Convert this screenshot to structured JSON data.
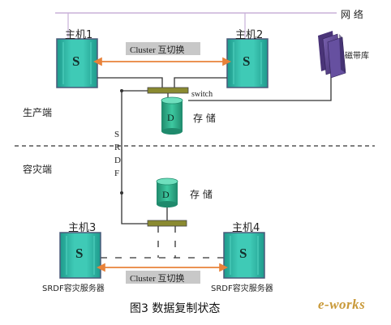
{
  "network_label": "网 络",
  "hosts": {
    "h1": {
      "title": "主机1",
      "letter": "S"
    },
    "h2": {
      "title": "主机2",
      "letter": "S"
    },
    "h3": {
      "title": "主机3",
      "letter": "S"
    },
    "h4": {
      "title": "主机4",
      "letter": "S"
    }
  },
  "cluster_top": "Cluster 互切换",
  "cluster_bottom": "Cluster 互切换",
  "switch_label": "switch",
  "tape_label": "磁带库",
  "production_label": "生产端",
  "dr_label": "容灾端",
  "srdf_label": [
    "S",
    "R",
    "D",
    "F"
  ],
  "storage_top": {
    "letter": "D",
    "label": "存 储"
  },
  "storage_bottom": {
    "letter": "D",
    "label": "存 储"
  },
  "srdf_server_left": "SRDF容灾服务器",
  "srdf_server_right": "SRDF容灾服务器",
  "caption": "图3  数据复制状态",
  "watermark": "e-works",
  "colors": {
    "host_fill": "#2fb8a6",
    "host_border": "#4a5a7a",
    "cluster_box": "#c8c8c8",
    "orange_line": "#e8823a",
    "switch_fill": "#8a8a30",
    "cylinder_fill": "#2fae8e",
    "network_line": "#c8b0d8",
    "tape_purple": "#5a3f8a"
  }
}
